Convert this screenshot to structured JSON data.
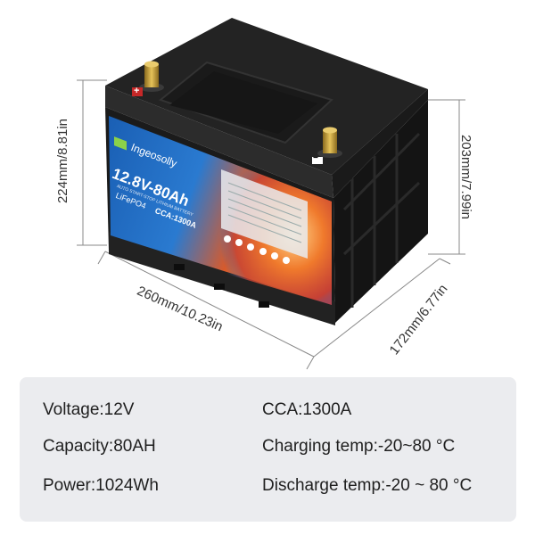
{
  "product": {
    "brand": "Ingeosolly",
    "model_line": "12.8V-80Ah",
    "subline": "AUTO START-STOP LITHIUM BATTERY",
    "chem": "LiFePO4",
    "cca_label": "CCA:1300A",
    "plus_symbol": "+",
    "minus_symbol": "−"
  },
  "dimensions": {
    "height": "224mm/8.81in",
    "terminal_height": "203mm/7.99in",
    "length": "260mm/10.23in",
    "width": "172mm/6.77in"
  },
  "specs": {
    "voltage": "Voltage:12V",
    "capacity": "Capacity:80AH",
    "power": "Power:1024Wh",
    "cca": "CCA:1300A",
    "charging": "Charging temp:-20~80 °C",
    "discharge": "Discharge temp:-20 ~ 80 °C"
  },
  "colors": {
    "panel_bg": "#ebecef",
    "battery_body": "#1b1b1b",
    "label_blue": "#1e63b8",
    "label_orange": "#e8551f",
    "terminal_gold": "#c9a23a"
  }
}
